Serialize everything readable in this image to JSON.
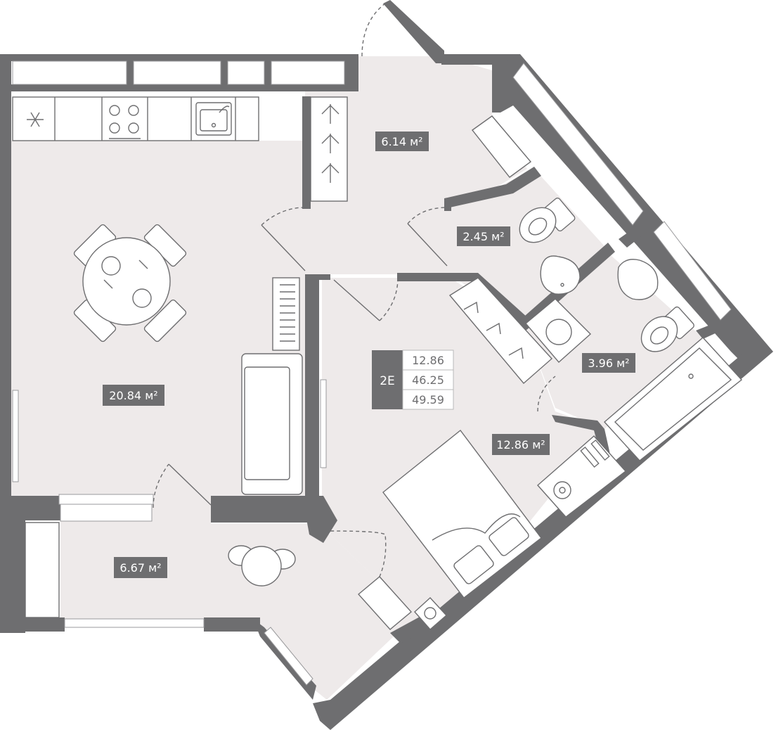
{
  "unit_badge": {
    "code": "2E",
    "values": [
      "12.86",
      "46.25",
      "49.59"
    ]
  },
  "rooms": [
    {
      "id": "kitchen-living",
      "area": "20.84",
      "unit": "м²"
    },
    {
      "id": "hallway",
      "area": "6.14",
      "unit": "м²"
    },
    {
      "id": "toilet",
      "area": "2.45",
      "unit": "м²"
    },
    {
      "id": "bathroom",
      "area": "3.96",
      "unit": "м²"
    },
    {
      "id": "bedroom",
      "area": "12.86",
      "unit": "м²"
    },
    {
      "id": "loggia",
      "area": "6.67",
      "unit": "м²"
    }
  ],
  "colors": {
    "wall": "#6e6e70",
    "floor": "#eeeaea",
    "label_bg": "#6e6e70",
    "label_text": "#ffffff"
  }
}
